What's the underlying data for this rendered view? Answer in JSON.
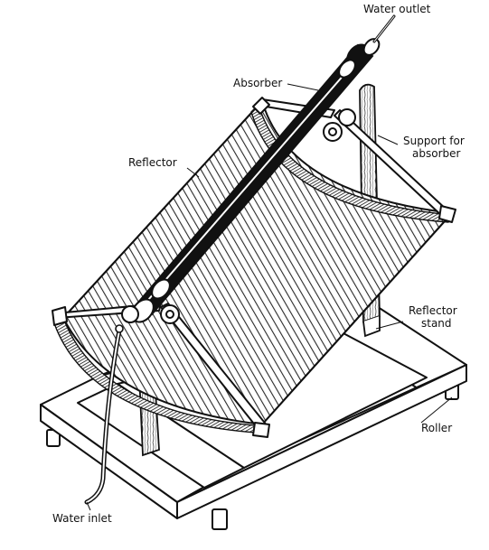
{
  "diagram": {
    "labels": {
      "water_outlet": "Water outlet",
      "absorber": "Absorber",
      "support_line1": "Support for",
      "support_line2": "absorber",
      "reflector": "Reflector",
      "reflector_stand_line1": "Reflector",
      "reflector_stand_line2": "stand",
      "roller": "Roller",
      "water_inlet": "Water inlet"
    },
    "colors": {
      "ink": "#111111",
      "paper": "#ffffff",
      "hatch": "#2a2a2a"
    }
  }
}
